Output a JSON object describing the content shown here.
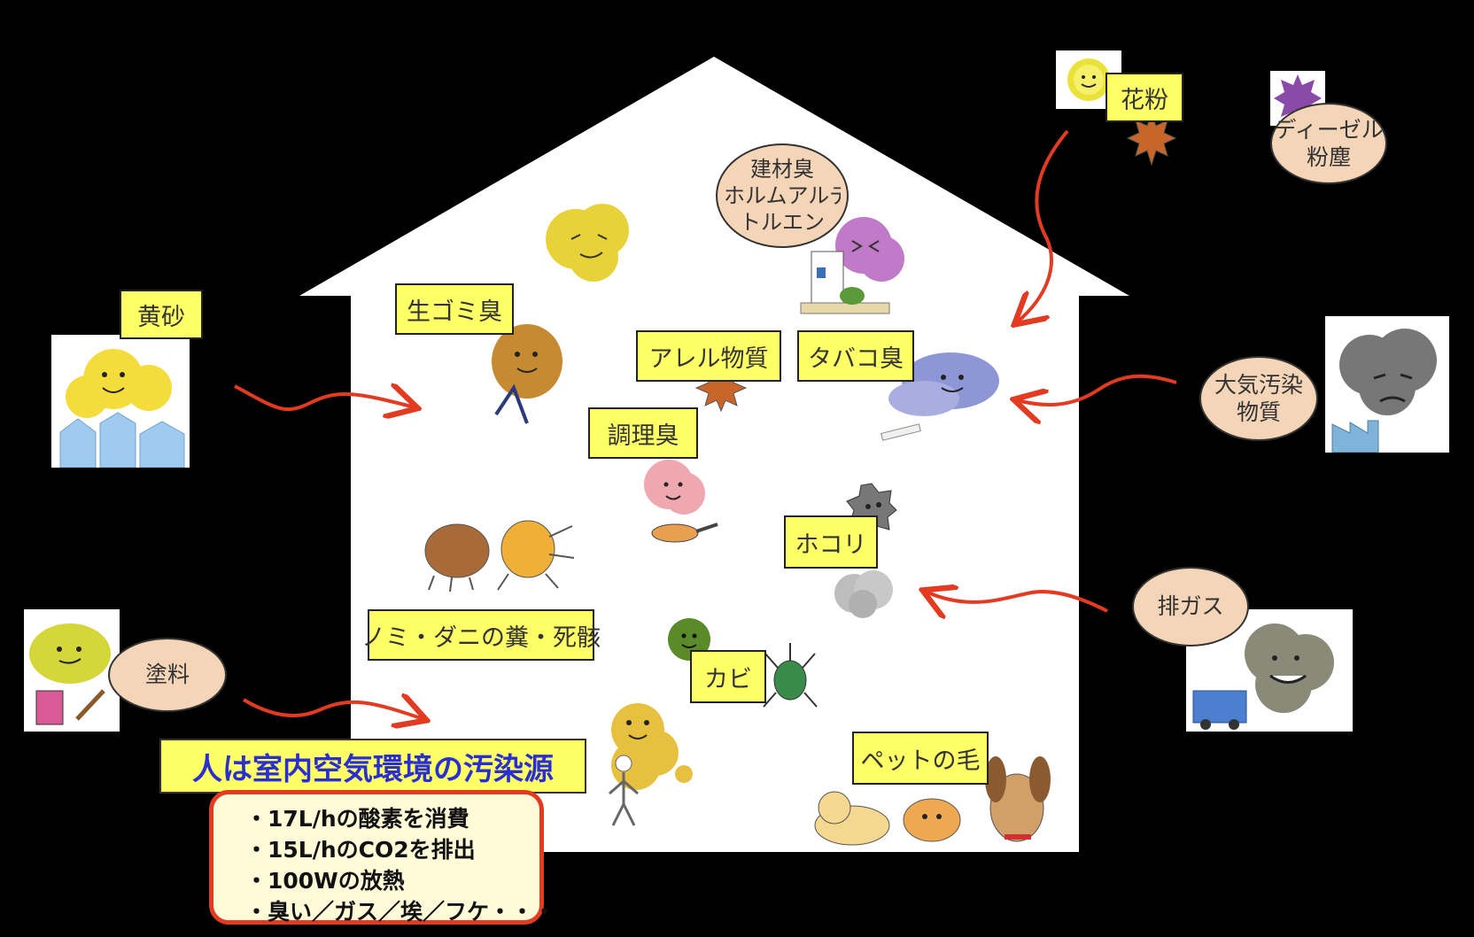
{
  "colors": {
    "background": "#000000",
    "house": "#ffffff",
    "label_fill": "#ffff66",
    "oval_fill": "#f5d5b8",
    "arrow": "#e33a22",
    "title_text": "#2a2fd0"
  },
  "outdoor_sources": {
    "yellow_sand": "黄砂",
    "paint": "塗料",
    "pollen": "花粉",
    "diesel_dust": [
      "ディーゼル",
      "粉塵"
    ],
    "air_pollutants": [
      "大気汚染",
      "物質"
    ],
    "exhaust_gas": "排ガス"
  },
  "indoor_sources": {
    "building_odor": [
      "建材臭",
      "ホルムアルデヒド",
      "トルエン"
    ],
    "garbage_odor": "生ゴミ臭",
    "allergens": "アレル物質",
    "tobacco_odor": "タバコ臭",
    "cooking_odor": "調理臭",
    "dust": "ホコリ",
    "flea_mite": "ノミ・ダニの糞・死骸",
    "mold": "カビ",
    "pet_hair": "ペットの毛"
  },
  "human": {
    "title": "人は室内空気環境の汚染源",
    "facts": [
      "・17L/hの酸素を消費",
      "・15L/hのCO2を排出",
      "・100Wの放熱",
      "・臭い／ガス／埃／フケ・・・"
    ]
  }
}
